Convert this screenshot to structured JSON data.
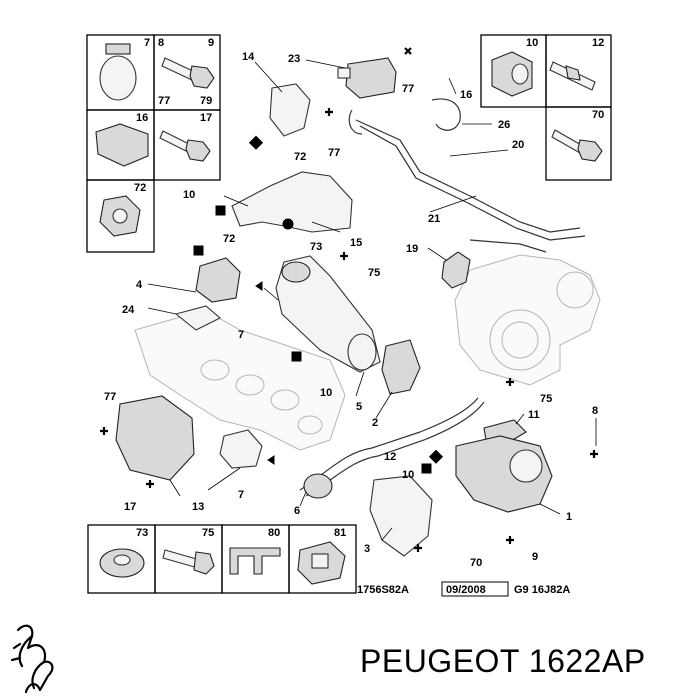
{
  "left_boxes": [
    {
      "labels": [
        "7"
      ]
    },
    {
      "labels": [
        "8",
        "9",
        "77",
        "79"
      ]
    },
    {
      "labels": [
        "16"
      ]
    },
    {
      "labels": [
        "17"
      ]
    },
    {
      "labels": [
        "72"
      ]
    }
  ],
  "right_boxes": [
    {
      "labels": [
        "10"
      ]
    },
    {
      "labels": [
        "12"
      ]
    },
    {
      "labels": [
        "70"
      ]
    }
  ],
  "bottom_boxes": [
    {
      "labels": [
        "73"
      ]
    },
    {
      "labels": [
        "75"
      ]
    },
    {
      "labels": [
        "80"
      ]
    },
    {
      "labels": [
        "81"
      ]
    }
  ],
  "callouts": [
    "14",
    "23",
    "77",
    "16",
    "72",
    "77",
    "26",
    "20",
    "21",
    "10",
    "72",
    "73",
    "15",
    "19",
    "4",
    "75",
    "24",
    "7",
    "10",
    "5",
    "2",
    "75",
    "77",
    "11",
    "8",
    "12",
    "10",
    "17",
    "13",
    "7",
    "6",
    "3",
    "1",
    "70",
    "9"
  ],
  "references": {
    "ref_code": "1756S82A",
    "date": "09/2008",
    "drawing_code": "G9 16J82A"
  },
  "brand": {
    "text": "PEUGEOT 1622AP",
    "logo_icon": "peugeot-lion-logo"
  }
}
